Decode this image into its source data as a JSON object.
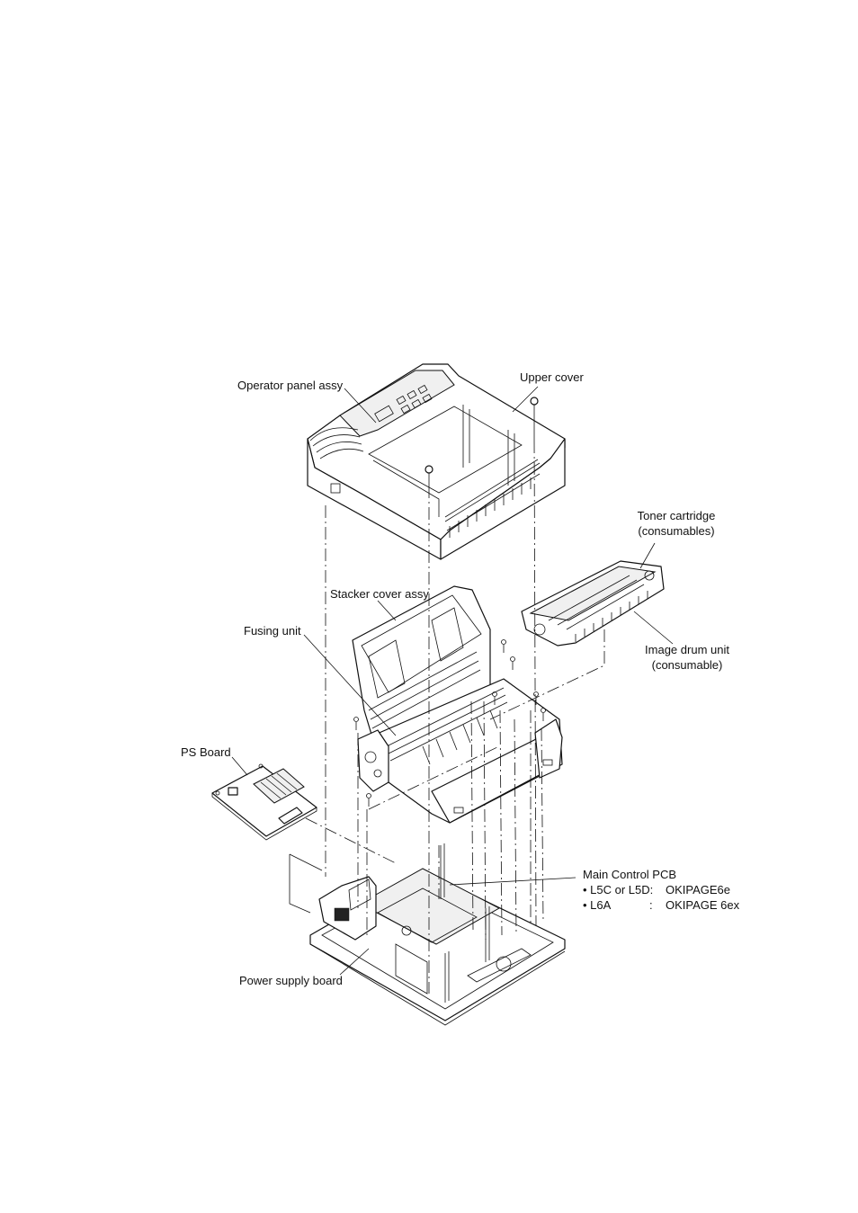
{
  "labels": {
    "operator_panel": "Operator panel assy",
    "upper_cover": "Upper cover",
    "toner_line1": "Toner cartridge",
    "toner_line2": "(consumables)",
    "stacker_cover": "Stacker cover assy",
    "fusing_unit": "Fusing unit",
    "image_drum_line1": "Image drum unit",
    "image_drum_line2": "(consumable)",
    "ps_board": "PS Board",
    "main_pcb": "Main Control PCB",
    "pcb_row1_model": "• L5C or L5D:",
    "pcb_row1_name": "OKIPAGE6e",
    "pcb_row2_model": "• L6A",
    "pcb_row2_sep": ":",
    "pcb_row2_name": "OKIPAGE 6ex",
    "power_supply": "Power supply board"
  }
}
